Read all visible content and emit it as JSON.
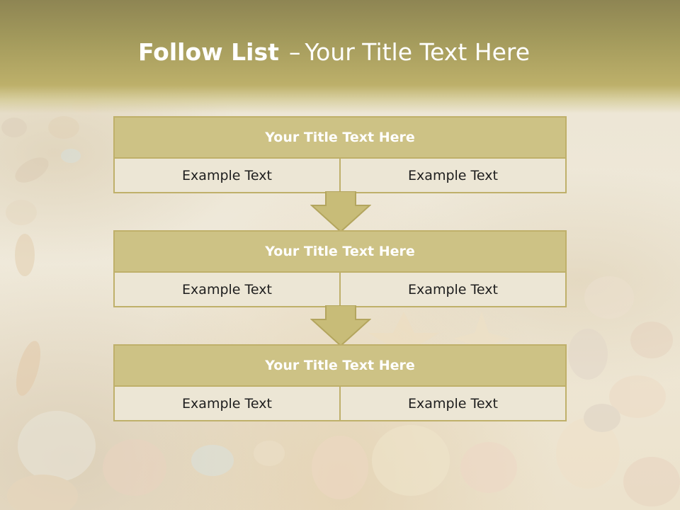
{
  "slide": {
    "title_bold": "Follow List",
    "title_separator": "–",
    "title_rest": "Your Title Text Here"
  },
  "steps": [
    {
      "title": "Your Title Text Here",
      "left": "Example Text",
      "right": "Example Text"
    },
    {
      "title": "Your Title Text Here",
      "left": "Example Text",
      "right": "Example Text"
    },
    {
      "title": "Your Title Text Here",
      "left": "Example Text",
      "right": "Example Text"
    }
  ],
  "colors": {
    "header": "#a39a5c",
    "box_border": "#bfb06a",
    "box_header": "#cdc285",
    "cell_background": "#ece6d5",
    "arrow": "#c8bc78"
  }
}
